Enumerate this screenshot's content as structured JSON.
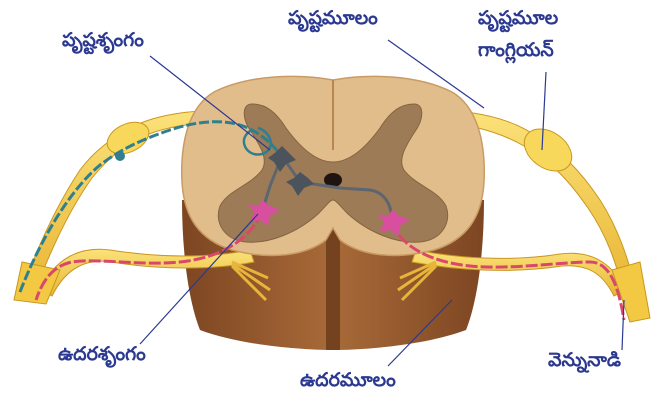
{
  "labels": {
    "dorsal_horn": "పృష్టశృంగం",
    "dorsal_root": "పృష్టమూలం",
    "dorsal_root_ganglion_line1": "పృష్టమూల",
    "dorsal_root_ganglion_line2": "గాంగ్లియన్",
    "ventral_horn": "ఉదరశృంగం",
    "ventral_root": "ఉదరమూలం",
    "spinal_nerve": "వెన్నునాడి"
  },
  "colors": {
    "label_text": "#2b3990",
    "leader_line": "#2b3990",
    "white_matter": "#e2bd8c",
    "gray_matter": "#9c7b56",
    "cut_face_lower": "#9a5a2c",
    "nerve_yellow": "#f5cf4a",
    "sensory_fiber": "#2f7f8f",
    "motor_fiber": "#d9486b",
    "neuron_gray": "#5d6670",
    "neuron_pink": "#d94fa0"
  }
}
